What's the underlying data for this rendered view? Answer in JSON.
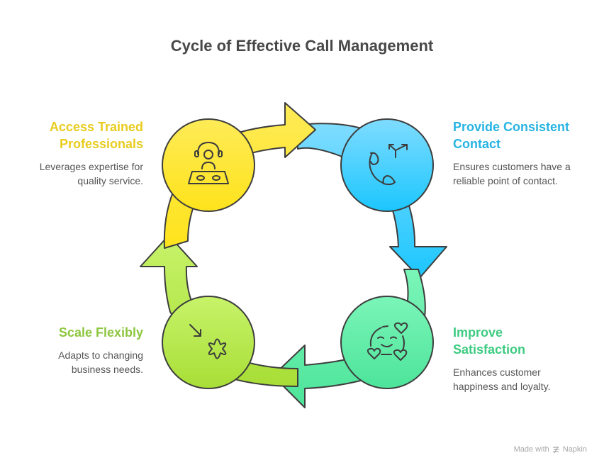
{
  "title": "Cycle of Effective Call Management",
  "steps": [
    {
      "id": "access",
      "heading": "Access Trained Professionals",
      "heading_lines": [
        "Access Trained",
        "Professionals"
      ],
      "description_lines": [
        "Leverages expertise for",
        "quality service."
      ],
      "icon": "dj-headset-icon",
      "color": "#E8CC1E",
      "fill_top": "#FEEB57",
      "fill_bottom": "#FEE31C"
    },
    {
      "id": "provide",
      "heading": "Provide Consistent Contact",
      "heading_lines": [
        "Provide Consistent",
        "Contact"
      ],
      "description_lines": [
        "Ensures customers have a",
        "reliable point of contact."
      ],
      "icon": "phone-split-arrow-icon",
      "color": "#27B4E2",
      "fill_top": "#7FDCFF",
      "fill_bottom": "#1CC6FE"
    },
    {
      "id": "improve",
      "heading": "Improve Satisfaction",
      "heading_lines": [
        "Improve",
        "Satisfaction"
      ],
      "description_lines": [
        "Enhances customer",
        "happiness and loyalty."
      ],
      "icon": "smile-hearts-icon",
      "color": "#3CCB80",
      "fill_top": "#7BF5B8",
      "fill_bottom": "#4DE49A"
    },
    {
      "id": "scale",
      "heading": "Scale Flexibly",
      "heading_lines": [
        "Scale Flexibly"
      ],
      "description_lines": [
        "Adapts to changing",
        "business needs."
      ],
      "icon": "scale-burst-icon",
      "color": "#8DC63F",
      "fill_top": "#C7F36A",
      "fill_bottom": "#A8DE36"
    }
  ],
  "footer": {
    "made_with": "Made with",
    "brand": "Napkin"
  }
}
